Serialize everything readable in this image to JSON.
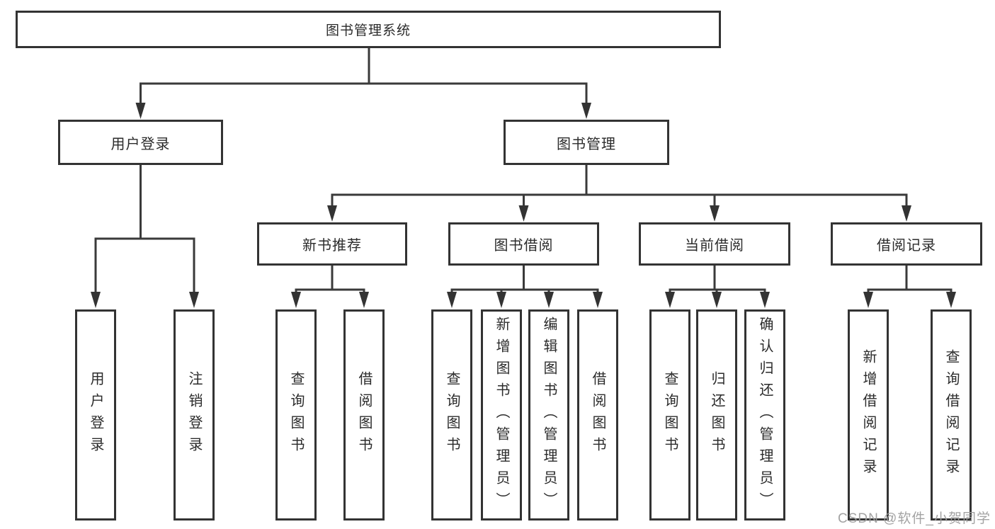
{
  "colors": {
    "background": "#ffffff",
    "line": "#3a3a3a",
    "box_border": "#333333",
    "text": "#2b2b2b",
    "watermark": "#9e9e9e"
  },
  "watermark": {
    "text": "CSDN @软件_小贺同学"
  },
  "tree": {
    "label": "图书管理系统",
    "children": [
      {
        "label": "用户登录",
        "children": [
          {
            "label": "用户登录"
          },
          {
            "label": "注销登录"
          }
        ]
      },
      {
        "label": "图书管理",
        "children": [
          {
            "label": "新书推荐",
            "children": [
              {
                "label": "查询图书"
              },
              {
                "label": "借阅图书"
              }
            ]
          },
          {
            "label": "图书借阅",
            "children": [
              {
                "label": "查询图书"
              },
              {
                "label": "新增图书（管理员）"
              },
              {
                "label": "编辑图书（管理员）"
              },
              {
                "label": "借阅图书"
              }
            ]
          },
          {
            "label": "当前借阅",
            "children": [
              {
                "label": "查询图书"
              },
              {
                "label": "归还图书"
              },
              {
                "label": "确认归还（管理员）"
              }
            ]
          },
          {
            "label": "借阅记录",
            "children": [
              {
                "label": "新增借阅记录"
              },
              {
                "label": "查询借阅记录"
              }
            ]
          }
        ]
      }
    ]
  }
}
